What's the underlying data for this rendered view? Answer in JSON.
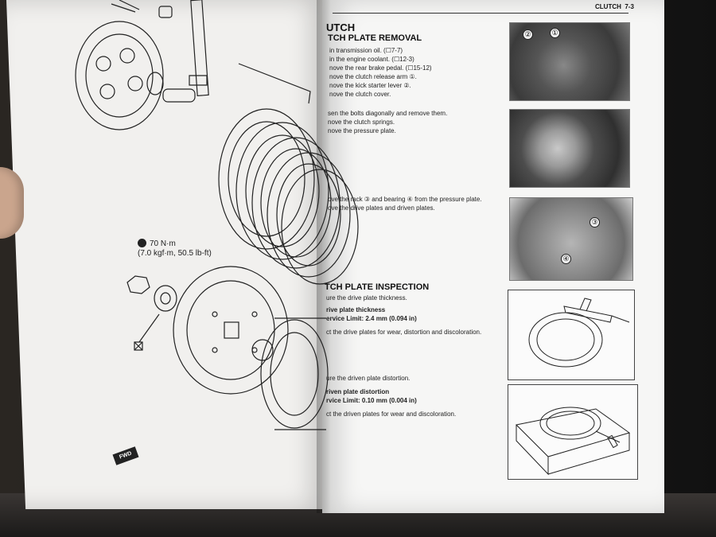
{
  "header": {
    "section": "CLUTCH",
    "page": "7-3"
  },
  "left_page": {
    "torque_value": "70 N·m",
    "torque_imperial": "(7.0 kgf·m, 50.5 lb-ft)",
    "fwd_label": "FWD"
  },
  "right_page": {
    "main_title": "UTCH",
    "removal": {
      "title": "TCH PLATE REMOVAL",
      "lines": [
        "in transmission oil. (☐7-7)",
        "in the engine coolant. (☐12-3)",
        "nove the rear brake pedal. (☐15-12)",
        "nove the clutch release arm ①.",
        "nove the kick starter lever ②.",
        "nove the clutch cover."
      ],
      "lines2": [
        "sen the bolts diagonally and remove them.",
        "nove the clutch springs.",
        "nove the pressure plate."
      ],
      "lines3": [
        "ove the rack ③ and bearing ④ from the pressure plate.",
        "ove the drive plates and driven plates."
      ]
    },
    "inspection": {
      "title": "TCH PLATE INSPECTION",
      "intro": "ure the drive plate thickness.",
      "drive_label": "rive plate thickness",
      "drive_limit": "ervice Limit: 2.4 mm (0.094 in)",
      "drive_check": "ct the drive plates for wear, distortion and discoloration.",
      "driven_intro": "ure the driven plate distortion.",
      "driven_label": "riven plate distortion",
      "driven_limit": "rvice Limit: 0.10 mm (0.004 in)",
      "driven_check": "ct the driven plates for wear and discoloration."
    },
    "callouts": {
      "c1": "①",
      "c2": "②",
      "c3": "③",
      "c4": "④"
    }
  }
}
